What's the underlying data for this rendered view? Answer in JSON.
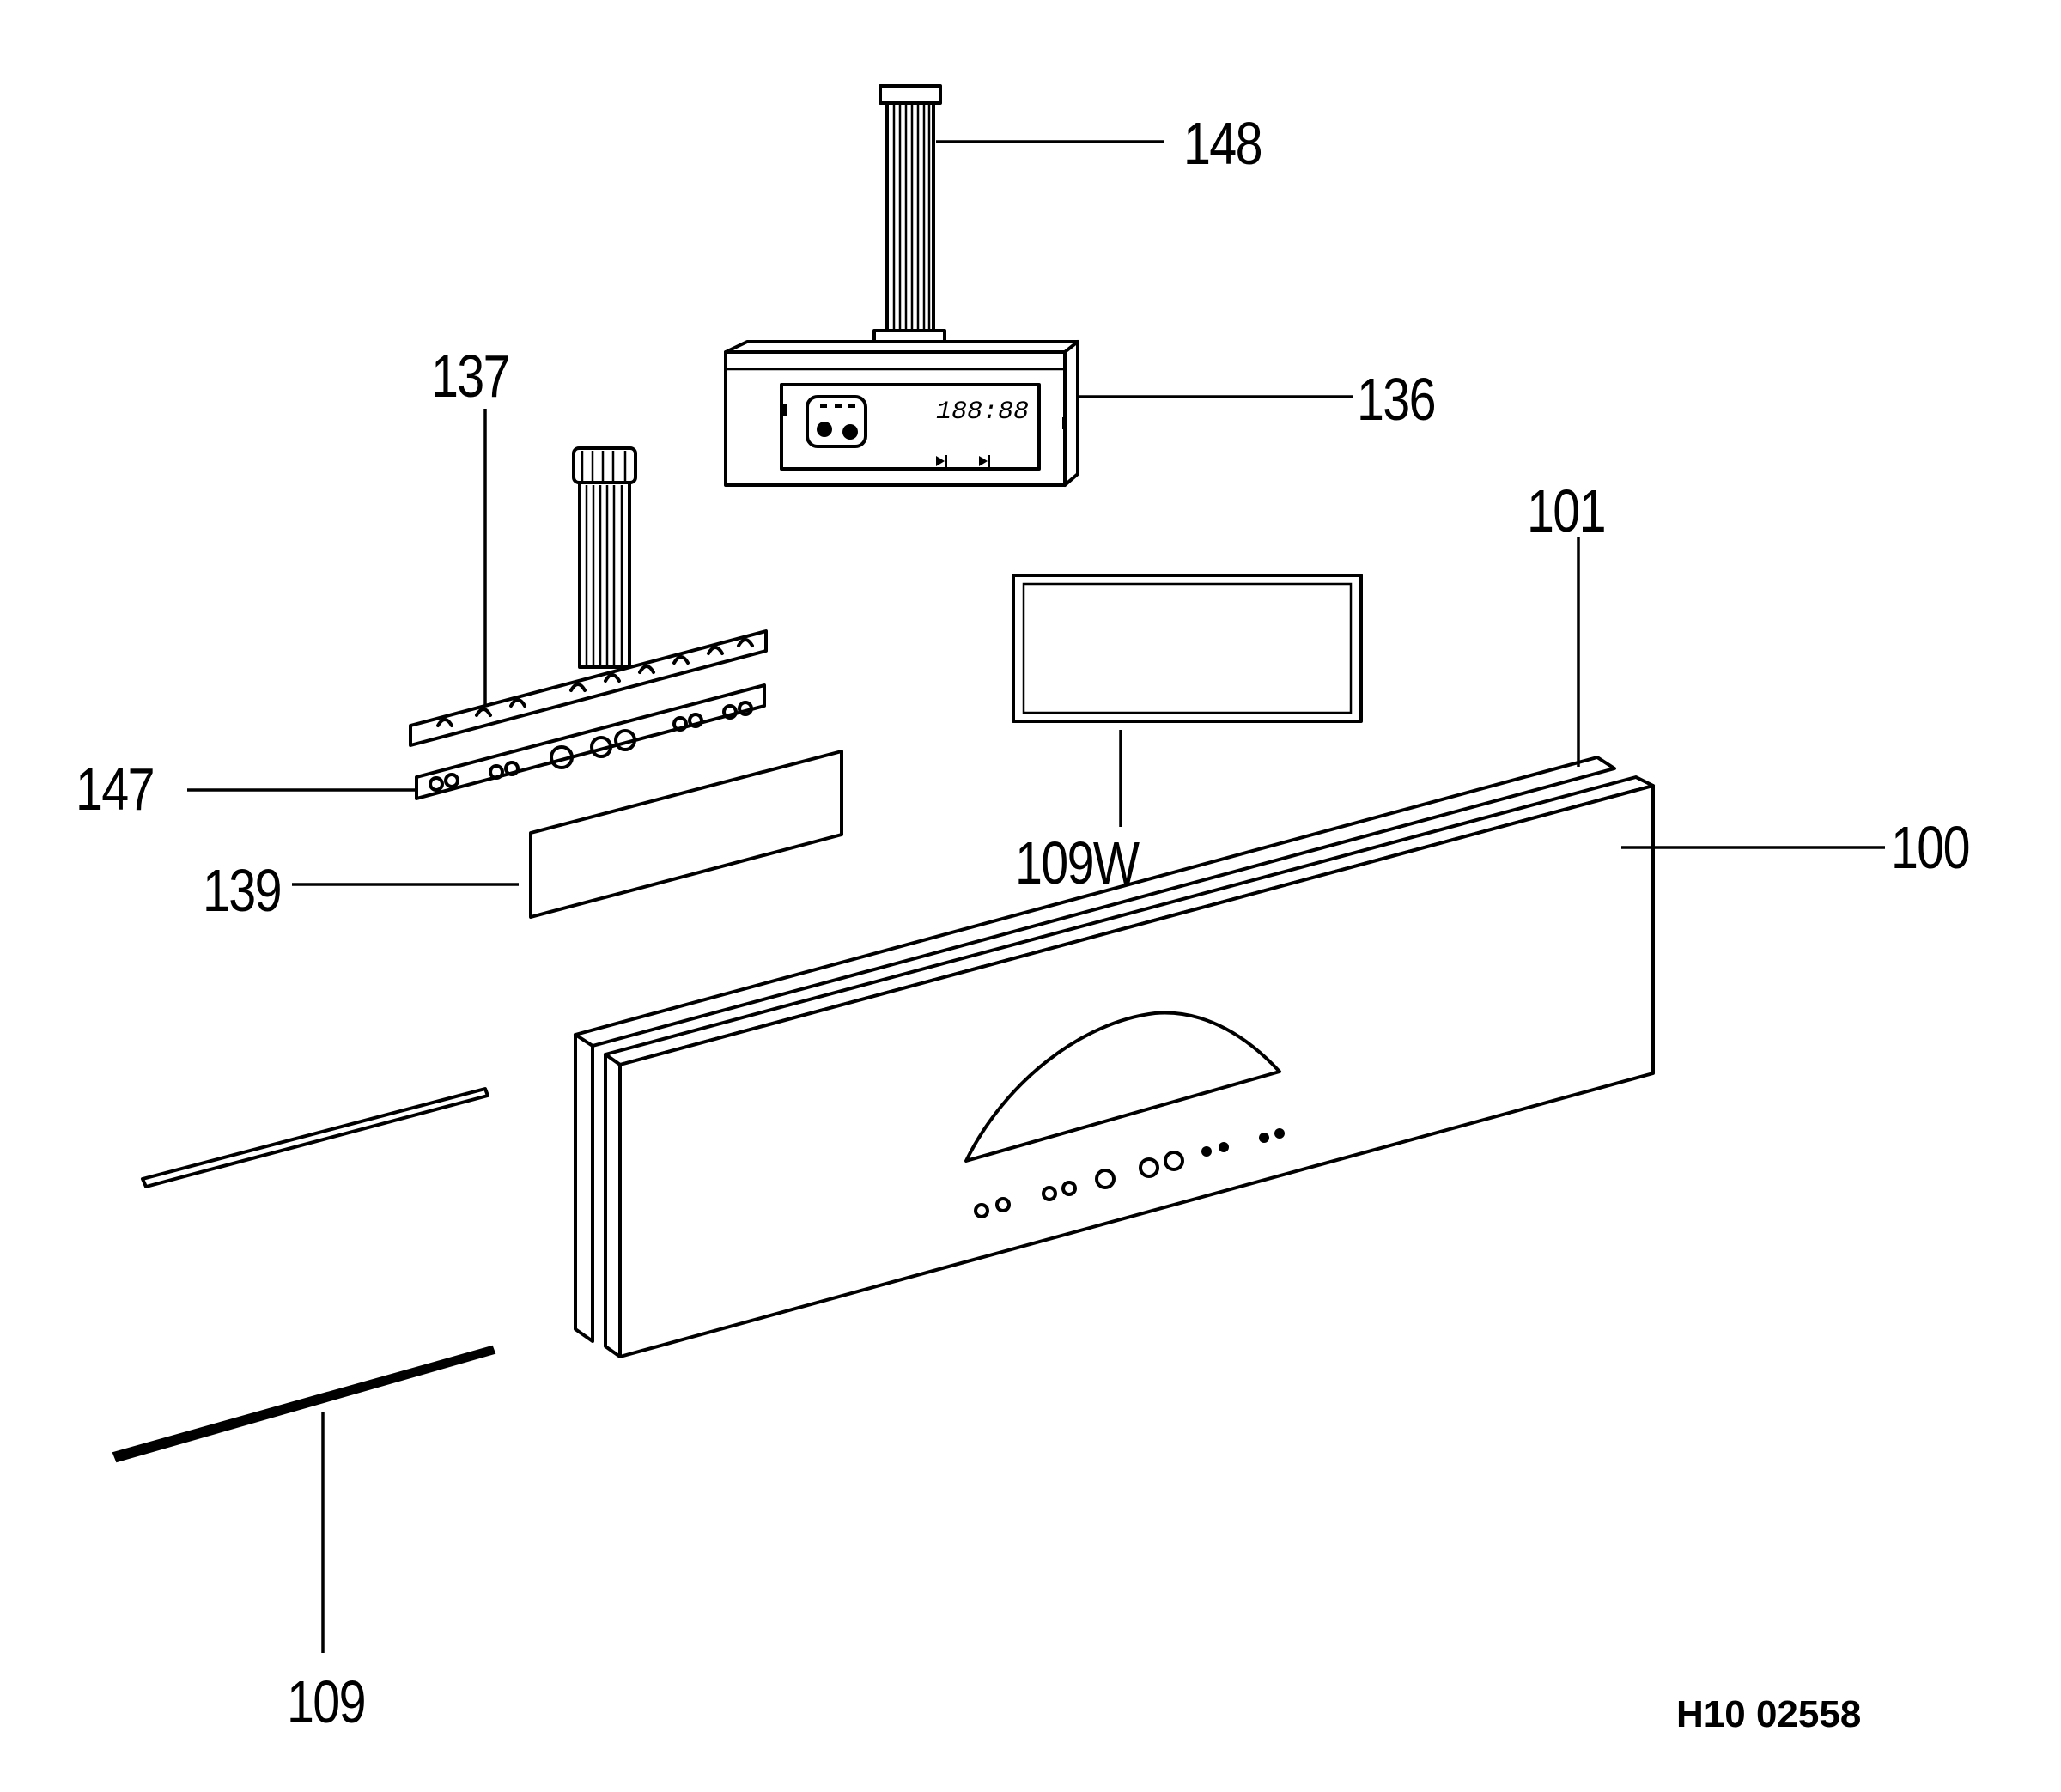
{
  "drawing_id": "H10 02558",
  "parts": [
    {
      "key": "p148",
      "number": "148"
    },
    {
      "key": "p136",
      "number": "136"
    },
    {
      "key": "p137",
      "number": "137"
    },
    {
      "key": "p101",
      "number": "101"
    },
    {
      "key": "p147",
      "number": "147"
    },
    {
      "key": "p109w",
      "number": "109W"
    },
    {
      "key": "p100",
      "number": "100"
    },
    {
      "key": "p139",
      "number": "139"
    },
    {
      "key": "p109",
      "number": "109"
    }
  ],
  "clock_display": "188:88"
}
